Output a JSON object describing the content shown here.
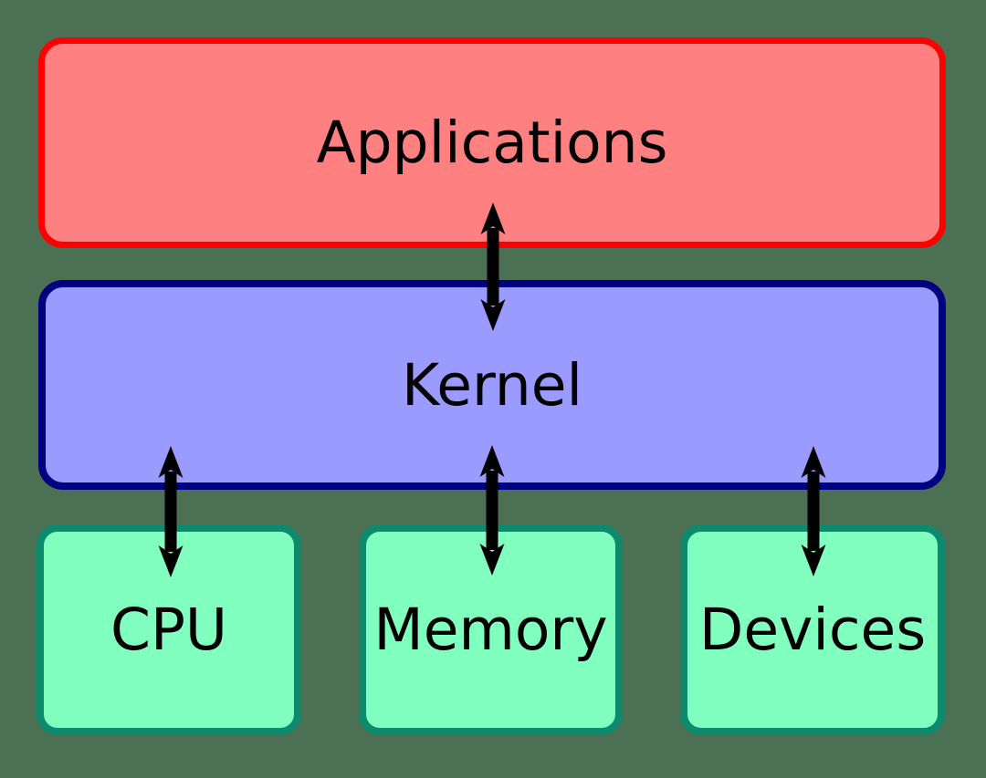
{
  "diagram": {
    "description": "Operating system kernel layout diagram",
    "nodes": [
      {
        "id": "applications",
        "label": "Applications",
        "fill": "#ff8080",
        "border": "#ff0000"
      },
      {
        "id": "kernel",
        "label": "Kernel",
        "fill": "#9b9bff",
        "border": "#000080"
      },
      {
        "id": "cpu",
        "label": "CPU",
        "fill": "#80ffbf",
        "border": "#0d8a6e"
      },
      {
        "id": "memory",
        "label": "Memory",
        "fill": "#80ffbf",
        "border": "#0d8a6e"
      },
      {
        "id": "devices",
        "label": "Devices",
        "fill": "#80ffbf",
        "border": "#0d8a6e"
      }
    ],
    "edges": [
      {
        "from": "applications",
        "to": "kernel",
        "bidirectional": true
      },
      {
        "from": "kernel",
        "to": "cpu",
        "bidirectional": true
      },
      {
        "from": "kernel",
        "to": "memory",
        "bidirectional": true
      },
      {
        "from": "kernel",
        "to": "devices",
        "bidirectional": true
      }
    ],
    "colors": {
      "background": "#4b7053",
      "arrow": "#000000",
      "text": "#000000"
    }
  }
}
